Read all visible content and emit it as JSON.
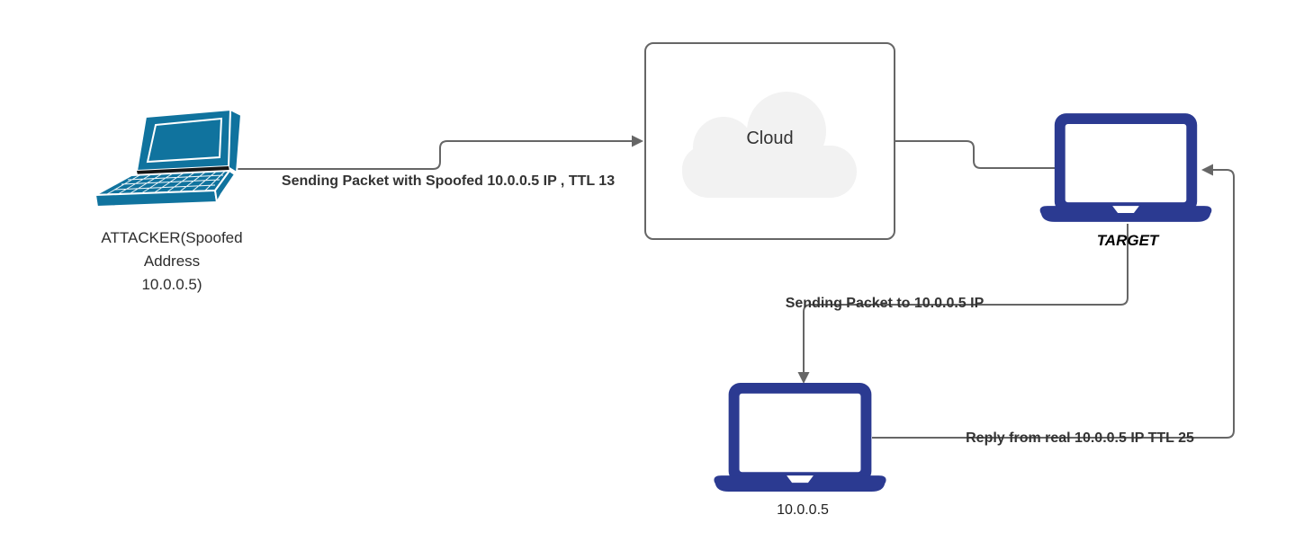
{
  "diagram": {
    "type": "network-attack-flow",
    "colors": {
      "attacker_laptop": "#10739E",
      "victim_laptop": "#2B3A91",
      "edge_stroke": "#666666",
      "cloud_fill": "#F2F2F2",
      "box_border": "#666666",
      "label_text": "#333333",
      "background": "#ffffff"
    },
    "nodes": {
      "attacker": {
        "icon": "laptop-3d-icon",
        "label": "ATTACKER(Spoofed Address 10.0.0.5)",
        "label_lines": [
          "ATTACKER(Spoofed",
          "Address",
          "10.0.0.5)"
        ]
      },
      "cloud": {
        "icon": "cloud-icon",
        "label": "Cloud"
      },
      "target": {
        "icon": "laptop-front-icon",
        "label": "TARGET"
      },
      "real_host": {
        "icon": "laptop-front-icon",
        "label": "10.0.0.5"
      }
    },
    "edges": [
      {
        "from": "attacker",
        "to": "cloud",
        "label": "Sending Packet with Spoofed 10.0.0.5 IP , TTL 13"
      },
      {
        "from": "cloud",
        "to": "target",
        "label": ""
      },
      {
        "from": "target",
        "to": "real_host",
        "label": "Sending Packet to 10.0.0.5 IP"
      },
      {
        "from": "real_host",
        "to": "target",
        "label": "Reply from real 10.0.0.5 IP TTL 25"
      }
    ]
  }
}
